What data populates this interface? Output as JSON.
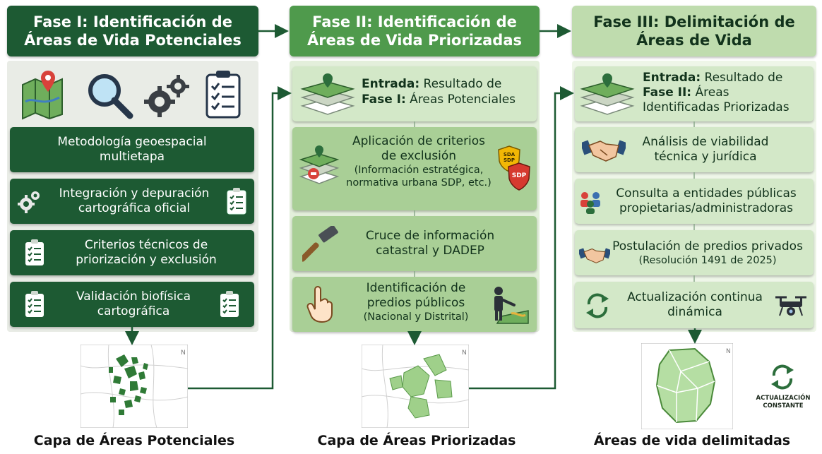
{
  "phases": [
    {
      "title_line1": "Fase I: Identificación de",
      "title_line2": "Áreas de Vida Potenciales",
      "icons": [
        "map-pin-icon",
        "magnifier-icon",
        "gears-icon",
        "checklist-icon"
      ],
      "steps": [
        {
          "line1": "Metodología geoespacial",
          "line2": "multietapa"
        },
        {
          "line1": "Integración y depuración",
          "line2": "cartográfica oficial"
        },
        {
          "line1": "Criterios técnicos de",
          "line2": "priorización y exclusión"
        },
        {
          "line1": "Validación biofísica",
          "line2": "cartográfica"
        }
      ],
      "caption": "Capa de Áreas Potenciales"
    },
    {
      "title_line1": "Fase II: Identificación de",
      "title_line2": "Áreas de Vida Priorizadas",
      "entry_bold1": "Entrada:",
      "entry_rest1": " Resultado de",
      "entry_bold2": "Fase I:",
      "entry_rest2": " Áreas Potenciales",
      "steps": [
        {
          "line1": "Aplicación de criterios",
          "line2": "de exclusión",
          "sub1": "(Información estratégica,",
          "sub2": "normativa urbana SDP, etc.)"
        },
        {
          "line1": "Cruce de información",
          "line2": "catastral y DADEP"
        },
        {
          "line1": "Identificación de",
          "line2": "predios públicos",
          "sub1": "(Nacional y Distrital)"
        }
      ],
      "badges": [
        "SDA SDP",
        "SDP"
      ],
      "caption": "Capa de Áreas Priorizadas"
    },
    {
      "title_line1": "Fase III: Delimitación de",
      "title_line2": "Áreas de Vida",
      "entry_bold1": "Entrada:",
      "entry_rest1": " Resultado de",
      "entry_bold2": "Fase II:",
      "entry_rest2": " Áreas",
      "entry_line3": "Identificadas Priorizadas",
      "steps": [
        {
          "line1": "Análisis de viabilidad",
          "line2": "técnica y jurídica"
        },
        {
          "line1": "Consulta a entidades públicas",
          "line2": "propietarias/administradoras"
        },
        {
          "line1": "Postulación de predios privados",
          "sub1": "(Resolución 1491 de 2025)"
        },
        {
          "line1": "Actualización continua",
          "line2": "dinámica"
        }
      ],
      "map_badge_line1": "ACTUALIZACIÓN",
      "map_badge_line2": "CONSTANTE",
      "caption": "Áreas de vida delimitadas"
    }
  ],
  "colors": {
    "dark_green": "#1d5a33",
    "mid_green": "#a9cf96",
    "light_green": "#d3e8c8",
    "arrow": "#1d5a33"
  }
}
